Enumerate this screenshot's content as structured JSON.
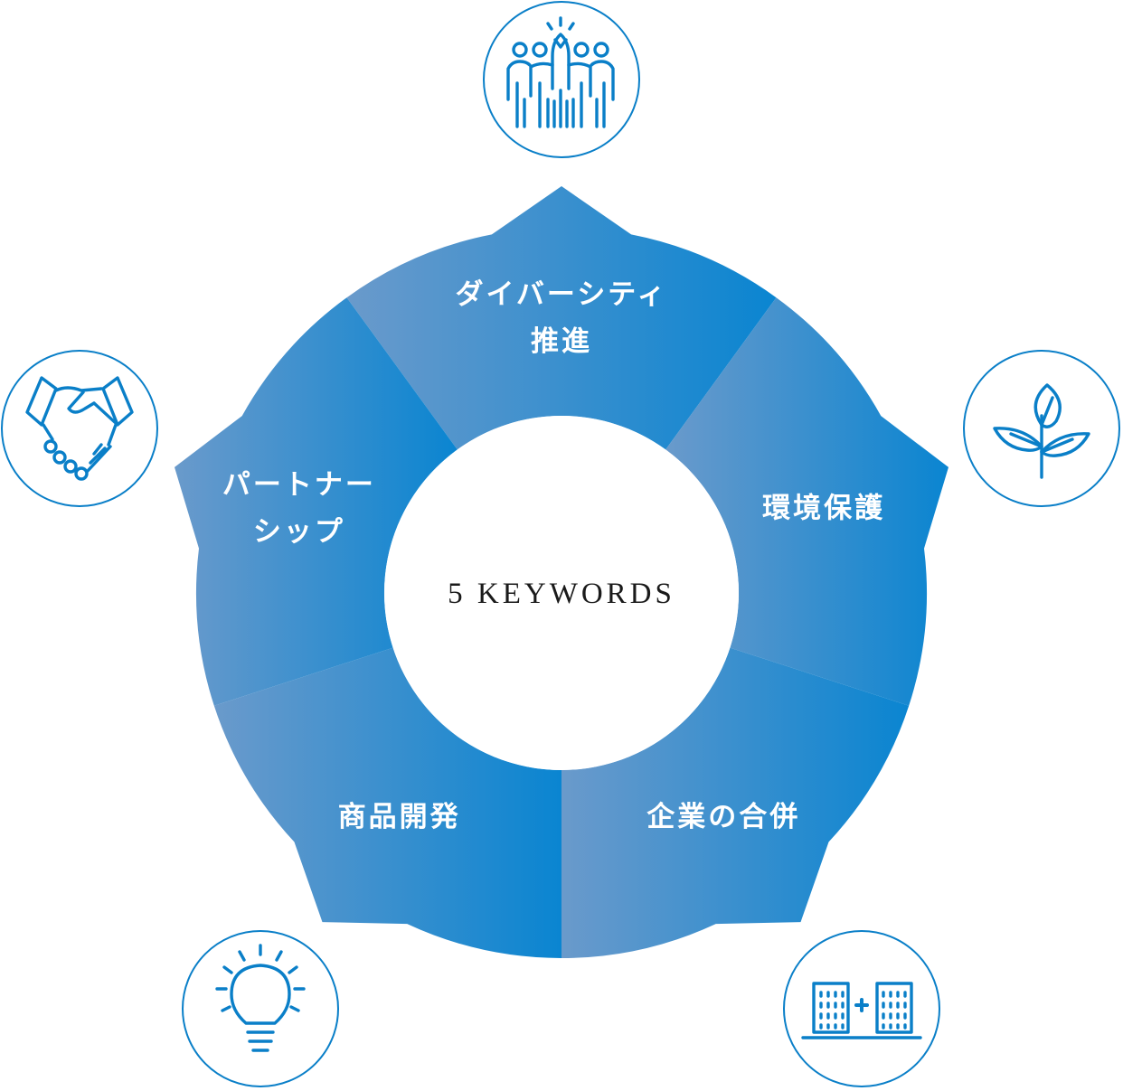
{
  "center_label": "5 KEYWORDS",
  "segments": [
    {
      "name": "diversity",
      "lines": [
        "ダイバーシティ",
        "推進"
      ],
      "icon": "people-high-five-icon"
    },
    {
      "name": "environment",
      "lines": [
        "環境保護"
      ],
      "icon": "plant-sprout-icon"
    },
    {
      "name": "merger",
      "lines": [
        "企業の合併"
      ],
      "icon": "buildings-merge-icon"
    },
    {
      "name": "product-development",
      "lines": [
        "商品開発"
      ],
      "icon": "lightbulb-icon"
    },
    {
      "name": "partnership",
      "lines": [
        "パートナー",
        "シップ"
      ],
      "icon": "handshake-icon"
    }
  ],
  "colors": {
    "segment_light": "#6a9acb",
    "segment_dark": "#0a85d1",
    "icon_stroke": "#0a7fc8",
    "center_fill": "#ffffff"
  }
}
